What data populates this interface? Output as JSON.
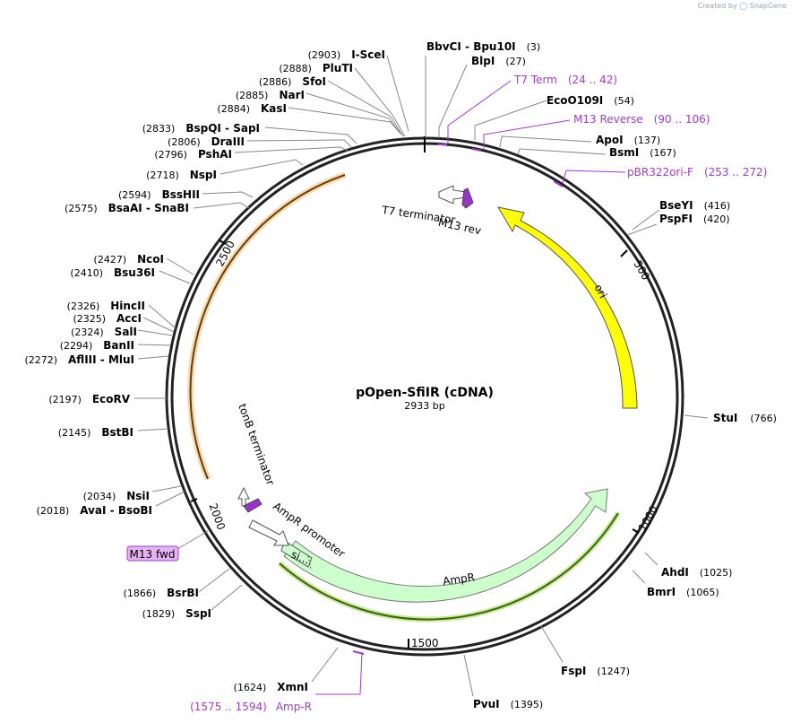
{
  "brand": {
    "created_by": "Created by",
    "app": "SnapGene"
  },
  "plasmid": {
    "name": "pOpen-SfiIR (cDNA)",
    "size_label": "2933 bp"
  },
  "ruler": [
    "500",
    "1000",
    "1500",
    "2000",
    "2500"
  ],
  "features": {
    "ori": "ori",
    "ampr": "AmpR",
    "ampr_promoter": "AmpR promoter",
    "t7_terminator": "T7 terminator",
    "m13_rev": "M13 rev",
    "tonb_terminator": "tonB terminator",
    "signal": "si..."
  },
  "enzymes": [
    {
      "name": "BbvCI",
      "name2": "Bpu10I",
      "pos": "(3)"
    },
    {
      "name": "BlpI",
      "pos": "(27)"
    },
    {
      "name": "EcoO109I",
      "pos": "(54)"
    },
    {
      "name": "ApoI",
      "pos": "(137)"
    },
    {
      "name": "BsmI",
      "pos": "(167)"
    },
    {
      "name": "BseYI",
      "pos": "(416)"
    },
    {
      "name": "PspFI",
      "pos": "(420)"
    },
    {
      "name": "StuI",
      "pos": "(766)"
    },
    {
      "name": "AhdI",
      "pos": "(1025)"
    },
    {
      "name": "BmrI",
      "pos": "(1065)"
    },
    {
      "name": "FspI",
      "pos": "(1247)"
    },
    {
      "name": "PvuI",
      "pos": "(1395)"
    },
    {
      "name": "XmnI",
      "pos": "(1624)"
    },
    {
      "name": "SspI",
      "pos": "(1829)"
    },
    {
      "name": "BsrBI",
      "pos": "(1866)"
    },
    {
      "name": "AvaI",
      "name2": "BsoBI",
      "pos": "(2018)"
    },
    {
      "name": "NsiI",
      "pos": "(2034)"
    },
    {
      "name": "BstBI",
      "pos": "(2145)"
    },
    {
      "name": "EcoRV",
      "pos": "(2197)"
    },
    {
      "name": "AflIII",
      "name2": "MluI",
      "pos": "(2272)"
    },
    {
      "name": "BanII",
      "pos": "(2294)"
    },
    {
      "name": "SalI",
      "pos": "(2324)"
    },
    {
      "name": "AccI",
      "pos": "(2325)"
    },
    {
      "name": "HincII",
      "pos": "(2326)"
    },
    {
      "name": "Bsu36I",
      "pos": "(2410)"
    },
    {
      "name": "NcoI",
      "pos": "(2427)"
    },
    {
      "name": "BsaAI",
      "name2": "SnaBI",
      "pos": "(2575)"
    },
    {
      "name": "BssHII",
      "pos": "(2594)"
    },
    {
      "name": "NspI",
      "pos": "(2718)"
    },
    {
      "name": "PshAI",
      "pos": "(2796)"
    },
    {
      "name": "DraIII",
      "pos": "(2806)"
    },
    {
      "name": "BspQI",
      "name2": "SapI",
      "pos": "(2833)"
    },
    {
      "name": "KasI",
      "pos": "(2884)"
    },
    {
      "name": "NarI",
      "pos": "(2885)"
    },
    {
      "name": "SfoI",
      "pos": "(2886)"
    },
    {
      "name": "PluTI",
      "pos": "(2888)"
    },
    {
      "name": "I-SceI",
      "pos": "(2903)"
    }
  ],
  "primers": [
    {
      "name": "T7 Term",
      "pos": "(24 .. 42)"
    },
    {
      "name": "M13 Reverse",
      "pos": "(90 .. 106)"
    },
    {
      "name": "pBR322ori-F",
      "pos": "(253 .. 272)"
    },
    {
      "name": "Amp-R",
      "pos": "(1575 .. 1594)"
    },
    {
      "name": "M13 fwd"
    }
  ],
  "colors": {
    "primer": "#a33ad0",
    "ori": "#ffff00",
    "ampr": "#ccffcc",
    "ampr_line": "#3a7a00",
    "orange_line": "#e8a13a",
    "m13": "#9933cc"
  }
}
